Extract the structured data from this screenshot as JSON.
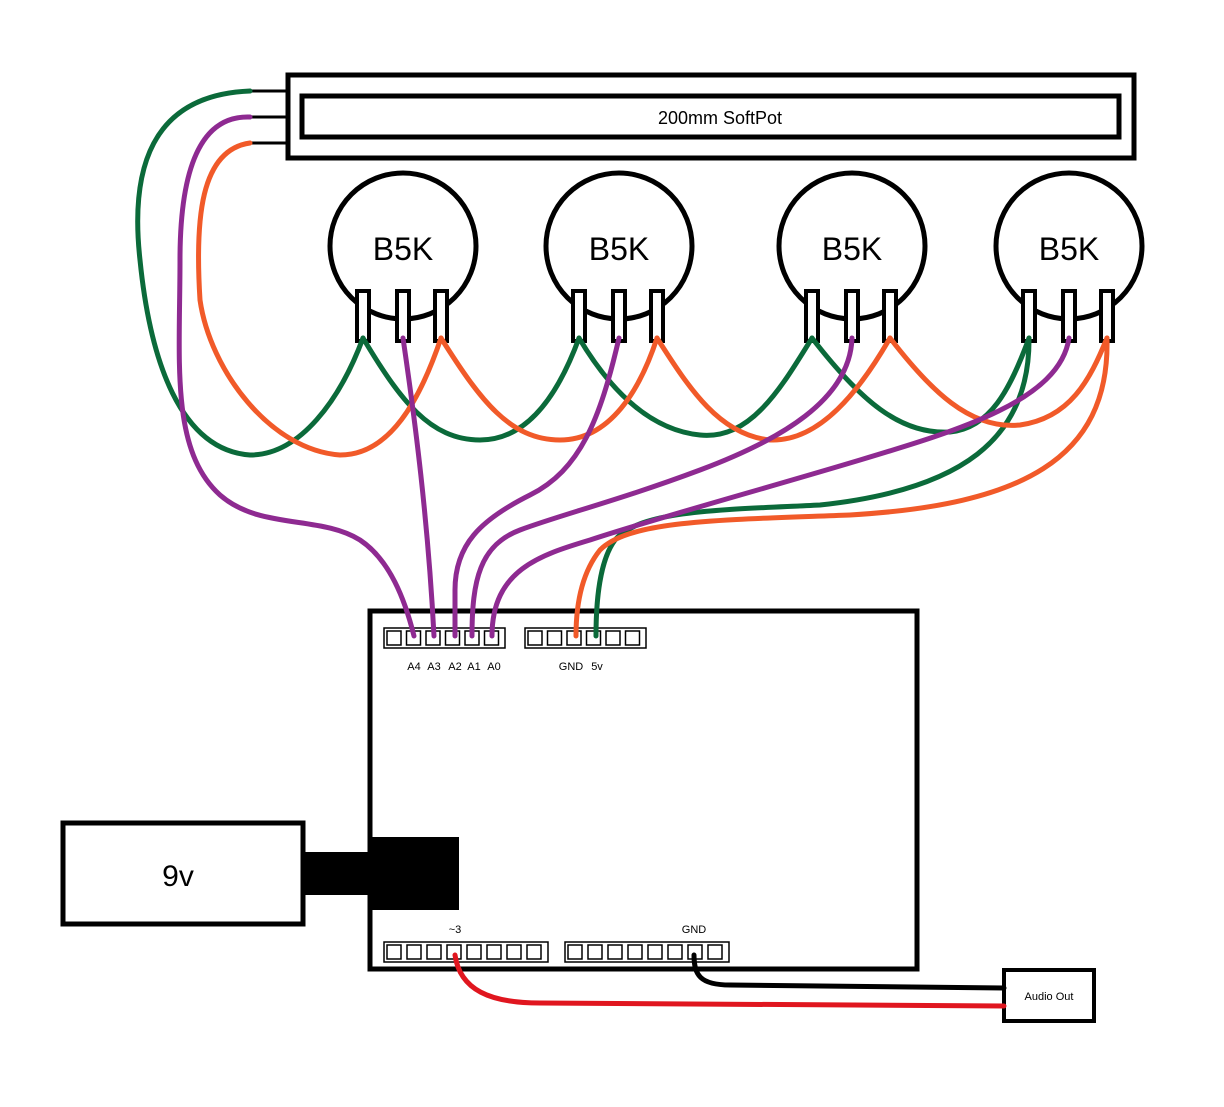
{
  "softpot": {
    "label": "200mm SoftPot"
  },
  "pots": [
    {
      "label": "B5K"
    },
    {
      "label": "B5K"
    },
    {
      "label": "B5K"
    },
    {
      "label": "B5K"
    }
  ],
  "arduino": {
    "analog_pins": [
      "A4",
      "A3",
      "A2",
      "A1",
      "A0"
    ],
    "power_pins": [
      "GND",
      "5v"
    ],
    "digital_pin": "~3",
    "digital_gnd": "GND"
  },
  "battery": {
    "label": "9v"
  },
  "audio_out": {
    "label": "Audio Out"
  },
  "colors": {
    "green": "#0b6a3a",
    "purple": "#8e2a91",
    "orange": "#f15a29",
    "red": "#e0161f",
    "black": "#000000"
  }
}
